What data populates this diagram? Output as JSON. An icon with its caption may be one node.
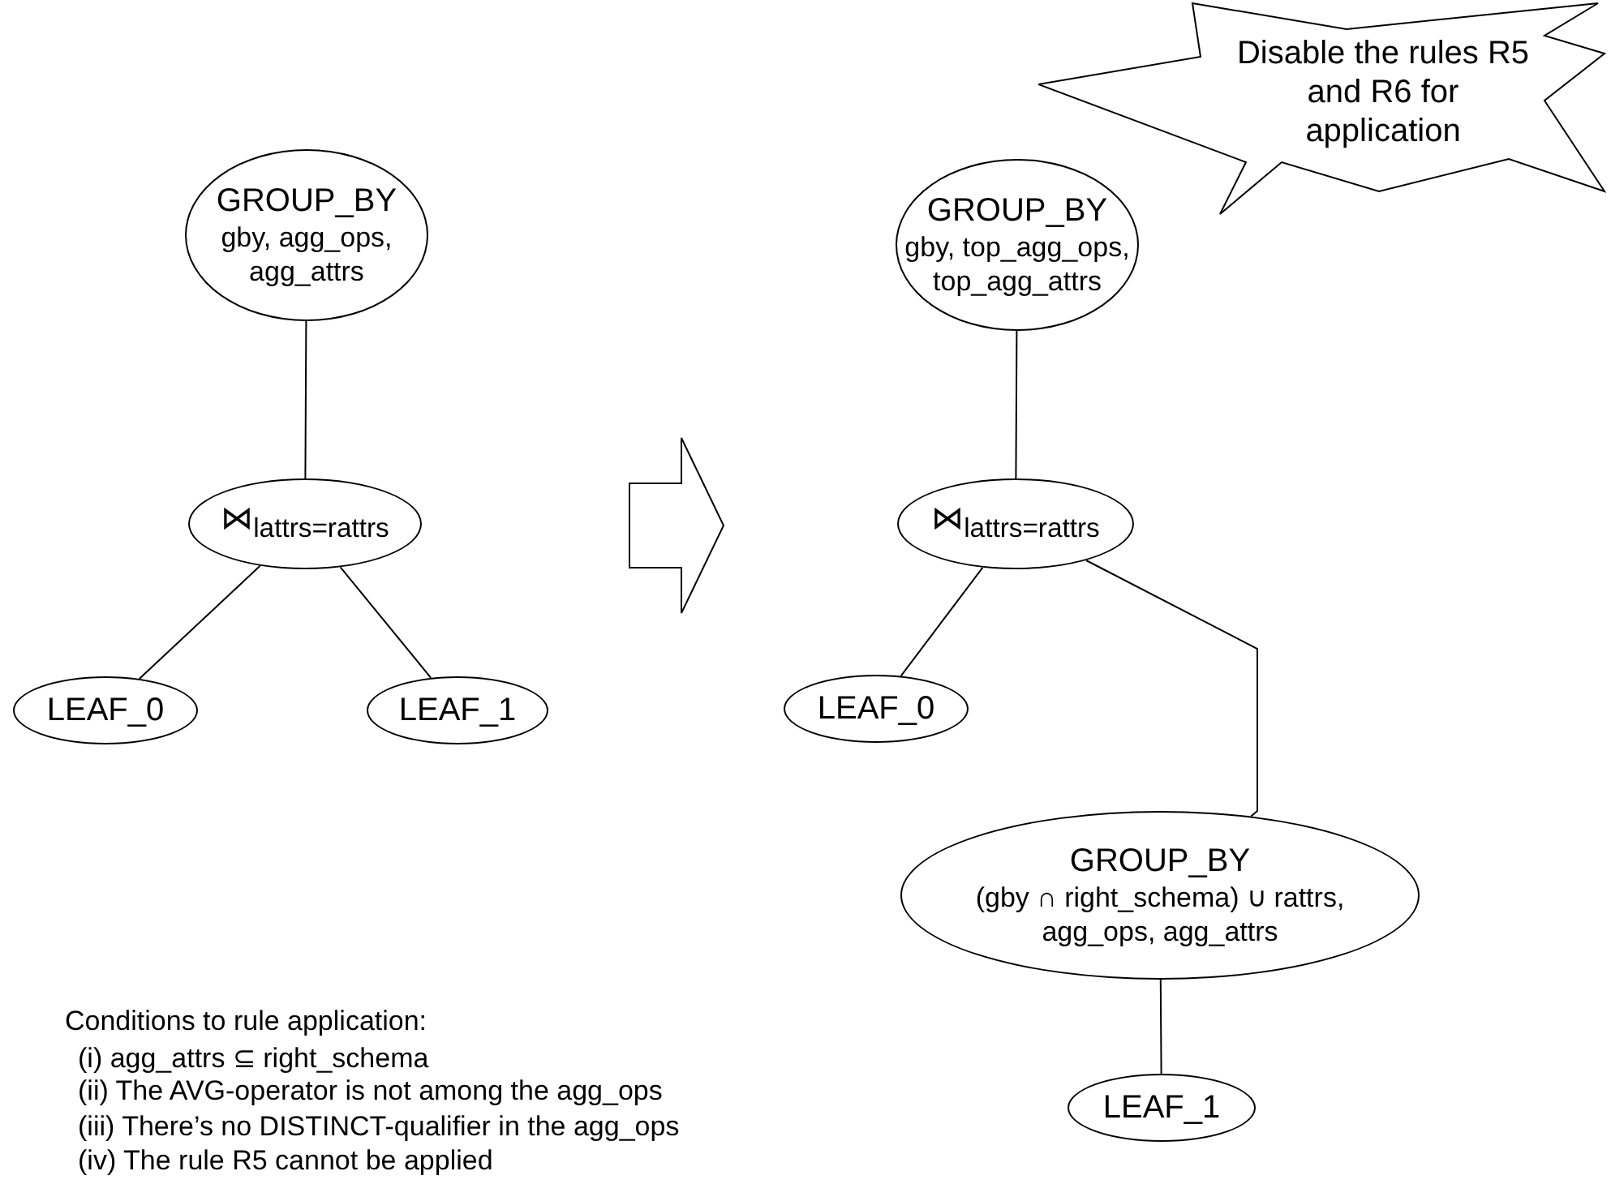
{
  "diagram": {
    "nodes": [
      {
        "text": [
          "GROUP_BY",
          "gby, agg_ops, agg_attrs"
        ]
      },
      {
        "text": [
          "⋈$_{lattrs=rattrs}$"
        ]
      },
      {
        "text": [
          "LEAF_0"
        ]
      },
      {
        "text": [
          "LEAF_1"
        ]
      },
      {
        "text": [
          "Disable the rules R5 and R6 for application"
        ]
      },
      {
        "text": [
          "GROUP_BY",
          "gby, top_agg_ops, top_agg_attrs"
        ]
      },
      {
        "text": [
          "⋈$_{lattrs=rattrs}$"
        ]
      },
      {
        "text": [
          "LEAF_0"
        ]
      },
      {
        "text": [
          "GROUP_BY",
          "(gby ∩ right_schema) ∪ rattrs, agg_ops, agg_attrs"
        ]
      },
      {
        "text": [
          "LEAF_1"
        ]
      }
    ],
    "edges": [
      {
        "from": 0,
        "to": 1,
        "arrow": "none"
      },
      {
        "from": 1,
        "to": 2,
        "arrow": "none"
      },
      {
        "from": 1,
        "to": 3,
        "arrow": "none"
      },
      {
        "from": 5,
        "to": 6,
        "arrow": "none"
      },
      {
        "from": 6,
        "to": 7,
        "arrow": "none"
      },
      {
        "from": 6,
        "to": 8,
        "arrow": "none"
      },
      {
        "from": 8,
        "to": 9,
        "arrow": "none"
      }
    ],
    "labels": [
      "Conditions to rule application:",
      "(i) agg_attrs ⊆ right_schema",
      "(ii) The AVG-operator is not among the agg_ops",
      "(iii) There’s no DISTINCT-qualifier in the agg_ops",
      "(iv) The rule R5 cannot be applied"
    ]
  }
}
